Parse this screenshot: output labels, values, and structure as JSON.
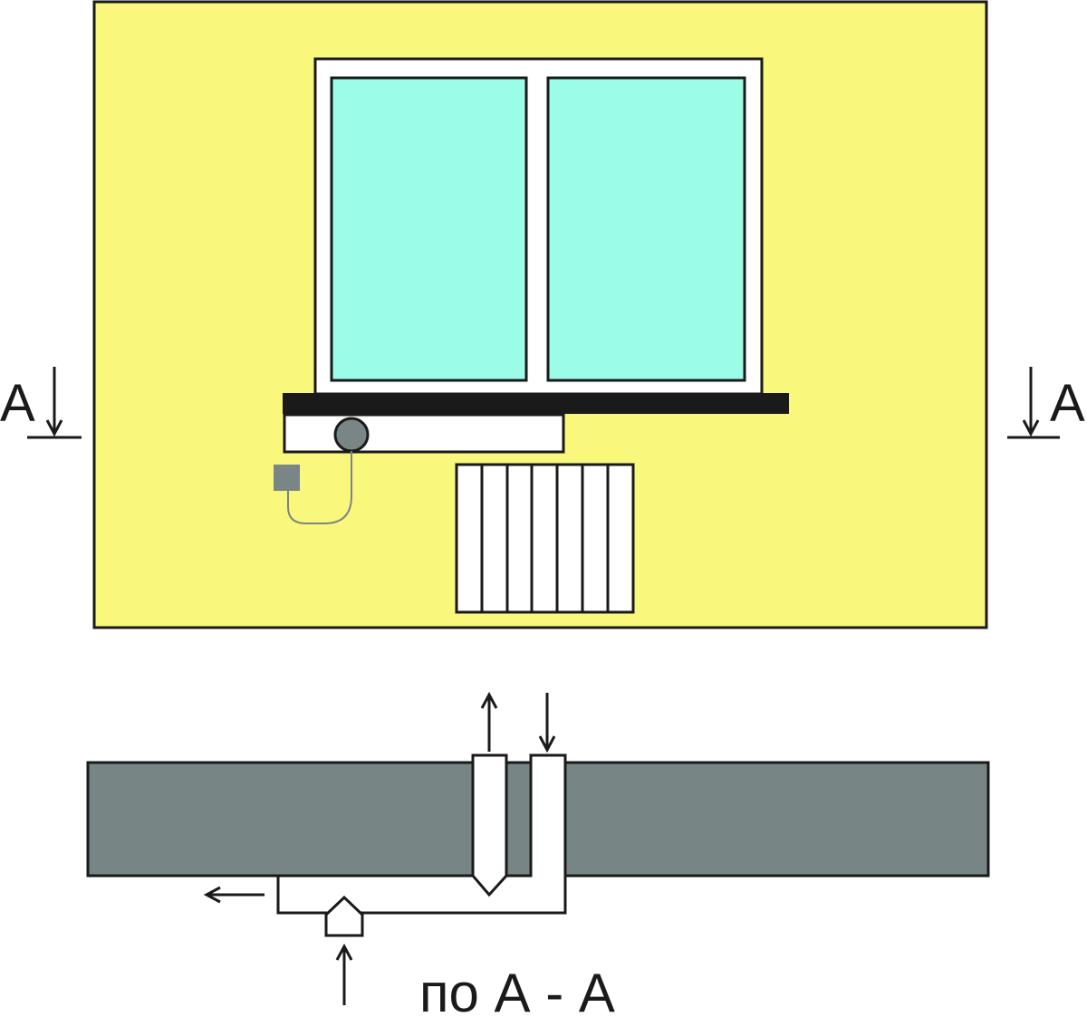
{
  "elevation": {
    "section_mark_left": {
      "label": "А"
    },
    "section_mark_right": {
      "label": "А"
    }
  },
  "section": {
    "caption": "по А - А"
  },
  "colors": {
    "wall_face": "#f9f87c",
    "glass": "#9bfde8",
    "frame": "#ffffff",
    "sill": "#1a1a1a",
    "device_gray": "#7a8585",
    "wall_section": "#778585",
    "duct": "#ffffff"
  }
}
